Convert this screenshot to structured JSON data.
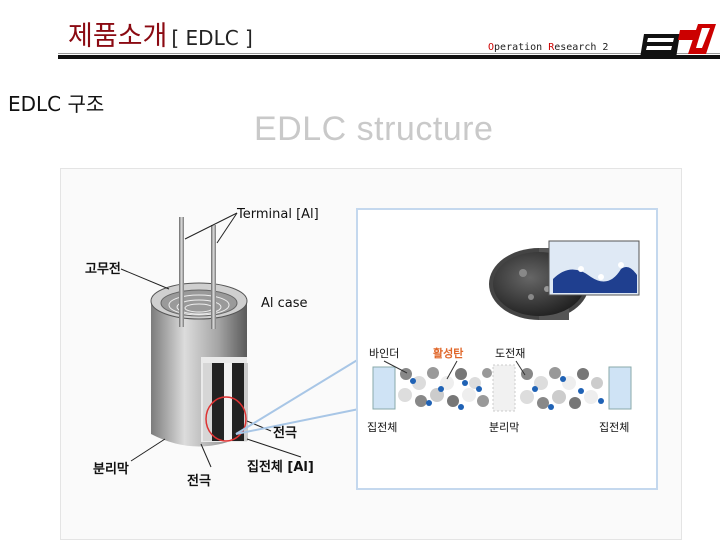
{
  "header": {
    "title": "제품소개",
    "subtitle": "[ EDLC ]",
    "course_label": {
      "o": "O",
      "pre": "peration ",
      "r": "R",
      "post": "esearch 2"
    }
  },
  "section_title": "EDLC 구조",
  "figure": {
    "watermark": "EDLC structure",
    "labels": {
      "terminal": "Terminal [Al]",
      "rubber_plug": "고무전",
      "al_case": "Al case",
      "electrode_right": "전극",
      "collector_al": "집전체 [Al]",
      "separator_left": "분리막",
      "electrode_bottom": "전극",
      "binder": "바인더",
      "activated_carbon": "활성탄",
      "conductive": "도전재",
      "collector_left": "집전체",
      "separator_mid": "분리막",
      "collector_right": "집전체"
    }
  },
  "colors": {
    "title": "#8b0a12",
    "rule": "#111111",
    "accent": "#cc0000",
    "watermark": "#c9c9c9"
  }
}
